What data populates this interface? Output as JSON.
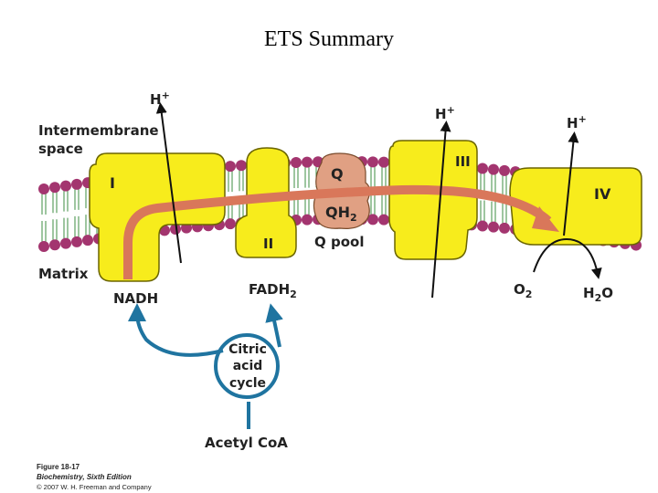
{
  "title": "ETS Summary",
  "labels": {
    "intermembrane_1": "Intermembrane",
    "intermembrane_2": "space",
    "matrix": "Matrix",
    "complex_i": "I",
    "complex_ii": "II",
    "complex_iii": "III",
    "complex_iv": "IV",
    "q": "Q",
    "qh2": "QH",
    "qh2_sub": "2",
    "q_pool": "Q pool",
    "h_plus": "H",
    "h_plus_sup": "+",
    "nadh": "NADH",
    "fadh2": "FADH",
    "fadh2_sub": "2",
    "o2": "O",
    "o2_sub": "2",
    "h2o_h": "H",
    "h2o_sub": "2",
    "h2o_o": "O",
    "citric_1": "Citric",
    "citric_2": "acid",
    "citric_3": "cycle",
    "acetyl": "Acetyl CoA"
  },
  "caption": {
    "figure": "Figure 18-17",
    "book": "Biochemistry, Sixth Edition",
    "copyright": "© 2007 W. H. Freeman and Company"
  },
  "colors": {
    "complex_fill": "#f7ec1c",
    "complex_stroke": "#6b6500",
    "electron_path": "#d9775a",
    "q_pool": "#e0a083",
    "lipid_head": "#a3356f",
    "lipid_tail": "#3e8e41",
    "cycle_arrow": "#1f74a0"
  }
}
